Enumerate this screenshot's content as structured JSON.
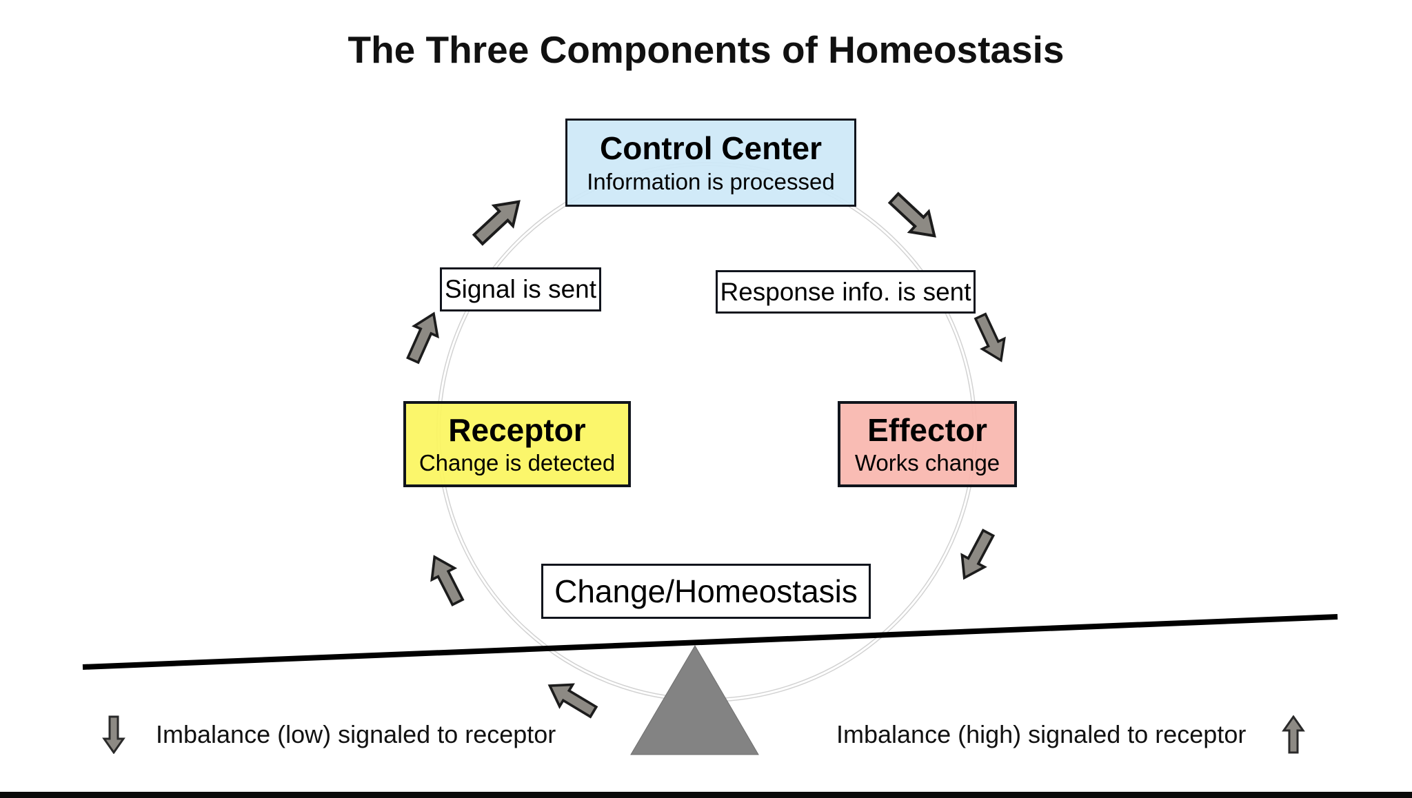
{
  "title": "The Three Components of Homeostasis",
  "diagram": {
    "control_center": {
      "title": "Control Center",
      "subtitle": "Information is processed"
    },
    "signal": {
      "label": "Signal is sent"
    },
    "response": {
      "label": "Response info. is sent"
    },
    "receptor": {
      "title": "Receptor",
      "subtitle": "Change is detected"
    },
    "effector": {
      "title": "Effector",
      "subtitle": "Works change"
    },
    "change": {
      "label": "Change/Homeostasis"
    }
  },
  "legend": {
    "low": {
      "icon": "down-arrow-icon",
      "label": "Imbalance (low) signaled to receptor"
    },
    "high": {
      "label": "Imbalance (high) signaled to receptor",
      "icon": "up-arrow-icon"
    }
  },
  "icons": {
    "cycle_arrow": "➔",
    "down_arrow": "⬇",
    "up_arrow": "⬆"
  },
  "colors": {
    "control_center_fill": "#cde8f7",
    "receptor_fill": "#fbf55e",
    "effector_fill": "#f9b6ae",
    "box_border": "#10141c",
    "cycle_arrow_fill": "#8d8a84",
    "ring_stroke": "#d2d2d2",
    "seesaw_line": "#000000",
    "fulcrum_fill": "#838383",
    "bottom_bar": "#0a0a0a"
  }
}
